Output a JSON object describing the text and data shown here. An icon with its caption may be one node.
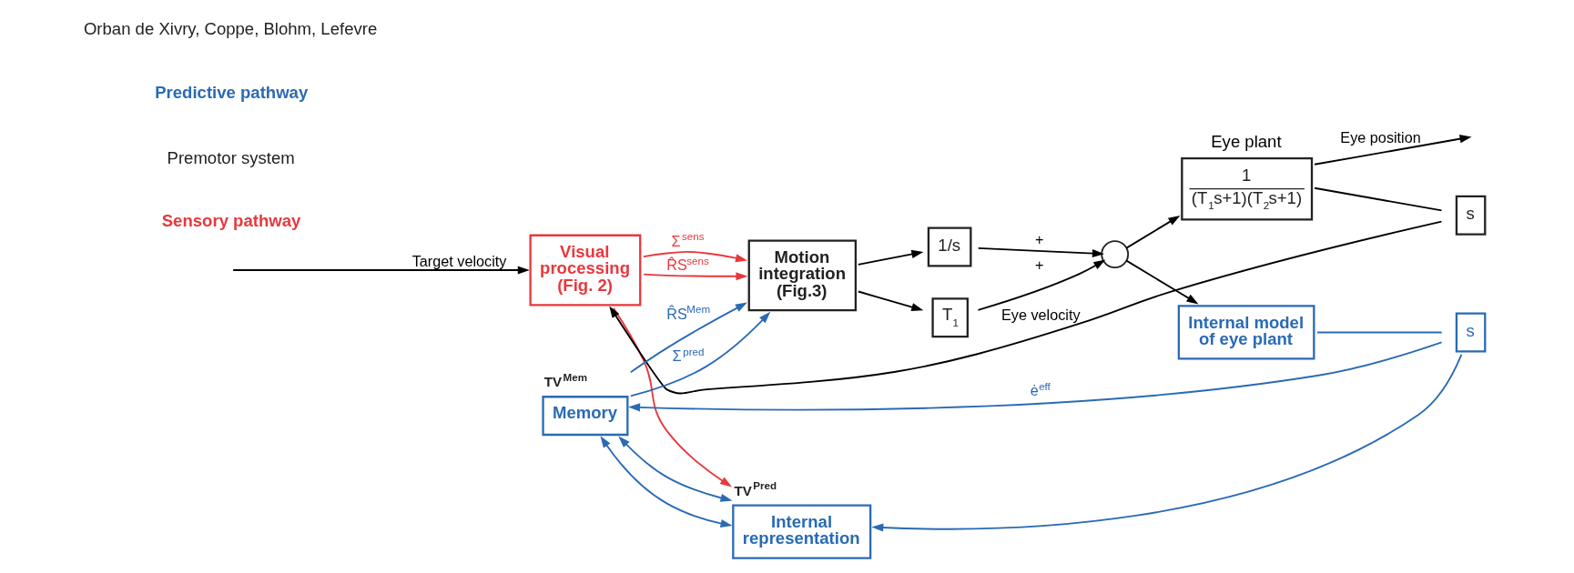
{
  "diagram": {
    "nodes": [
      {
        "text": [
          "Visual processing (Fig. 2)"
        ]
      },
      {
        "text": [
          "Motion integration (Fig.3)"
        ]
      },
      {
        "text": [
          "1/s"
        ]
      },
      {
        "text": [
          "T$_{1}$"
        ]
      },
      {
        "text": [],
        "shape": "circle"
      },
      {
        "text": [
          "Eye plant",
          "1",
          "(T$_{1}$s+1)(T$_{2}$s+1)"
        ]
      },
      {
        "text": [
          "s"
        ]
      },
      {
        "text": [
          "Memory"
        ],
        "beside": [
          "TV$^{Mem}$"
        ]
      },
      {
        "text": [
          "Internal representation"
        ],
        "beside": [
          "TV$^{Pred}$"
        ]
      },
      {
        "text": [
          "Internal model of eye plant"
        ]
      },
      {
        "text": [
          "s"
        ]
      }
    ],
    "edges": [
      {
        "from": null,
        "to": 0,
        "arrow": "to",
        "label": "Target velocity"
      },
      {
        "from": 0,
        "to": 1,
        "arrow": "to",
        "label": "Σ$^{sens}$",
        "color": "#e8383d"
      },
      {
        "from": 0,
        "to": 1,
        "arrow": "to",
        "label": "R̂S$^{sens}$",
        "color": "#e8383d"
      },
      {
        "from": 0,
        "to": 8,
        "arrow": "to",
        "color": "#e8383d"
      },
      {
        "from": 7,
        "to": 1,
        "arrow": "to",
        "label": "Σ$^{pred}$",
        "color": "#2a6ab5"
      },
      {
        "from": 7,
        "to": 1,
        "arrow": "to",
        "label": "R̂S$^{Mem}$",
        "color": "#2a6ab5"
      },
      {
        "from": 7,
        "to": 8,
        "arrow": "both",
        "color": "#2a6ab5"
      },
      {
        "from": 7,
        "to": 8,
        "arrow": "both",
        "color": "#2a6ab5"
      },
      {
        "from": 10,
        "to": 7,
        "arrow": "to",
        "label": "ė$^{eff}$",
        "color": "#2a6ab5"
      },
      {
        "from": 10,
        "to": 8,
        "arrow": "to",
        "color": "#2a6ab5"
      },
      {
        "from": 9,
        "to": 10,
        "arrow": "none",
        "color": "#2a6ab5"
      },
      {
        "from": 1,
        "to": 2,
        "arrow": "to"
      },
      {
        "from": 1,
        "to": 3,
        "arrow": "to"
      },
      {
        "from": 2,
        "to": 4,
        "arrow": "to",
        "label": "+"
      },
      {
        "from": 3,
        "to": 4,
        "arrow": "to",
        "label": "+"
      },
      {
        "from": 4,
        "to": 5,
        "arrow": "to"
      },
      {
        "from": 4,
        "to": 9,
        "arrow": "to"
      },
      {
        "from": 5,
        "to": null,
        "arrow": "to",
        "label": "Eye position"
      },
      {
        "from": 5,
        "to": 6,
        "arrow": "none"
      },
      {
        "from": 6,
        "to": 0,
        "arrow": "to",
        "label": "Eye velocity"
      }
    ],
    "labels": [
      "Sensory pathway",
      "Premotor system",
      "Predictive pathway",
      "Orban de Xivry, Coppe, Blohm, Lefevre"
    ]
  }
}
